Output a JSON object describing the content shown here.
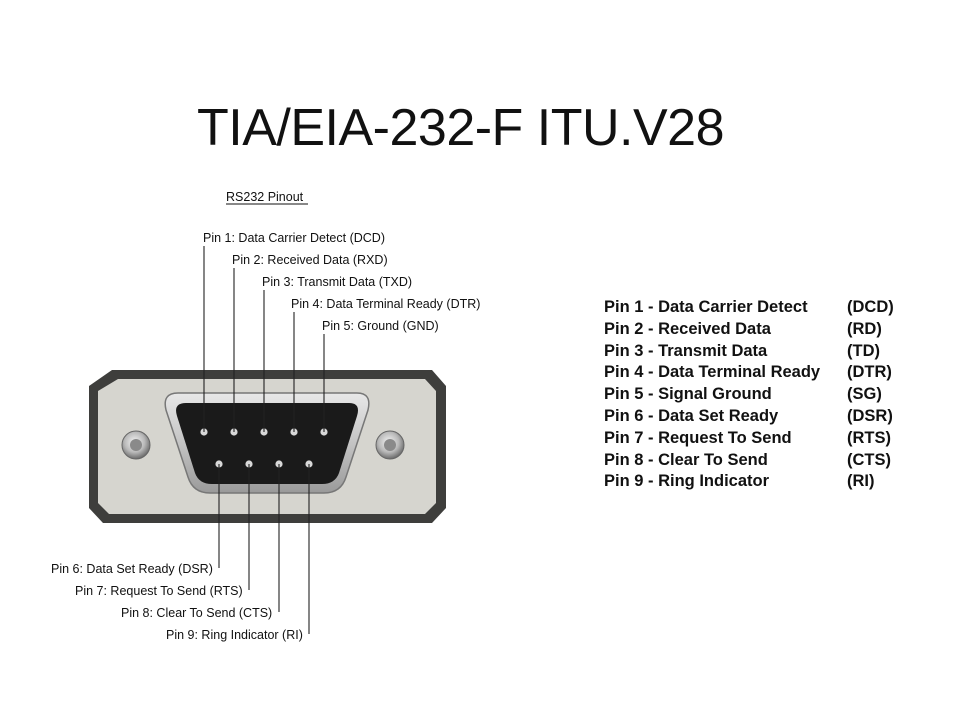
{
  "slide": {
    "title": "TIA/EIA-232-F ITU.V28"
  },
  "diagram": {
    "title": "RS232 Pinout",
    "top_labels": [
      "Pin 1: Data Carrier Detect (DCD)",
      "Pin 2: Received Data (RXD)",
      "Pin 3: Transmit Data (TXD)",
      "Pin 4: Data Terminal Ready (DTR)",
      "Pin 5: Ground (GND)"
    ],
    "bottom_labels": [
      "Pin 6: Data Set Ready (DSR)",
      "Pin 7: Request To Send (RTS)",
      "Pin 8: Clear To Send (CTS)",
      "Pin 9: Ring Indicator (RI)"
    ],
    "colors": {
      "connector_frame": "#3e3e3c",
      "connector_plate": "#d6d5cf",
      "shell": "#cfcfcf",
      "socket": "#1a1a1a",
      "pin": "#d8d8d8"
    }
  },
  "pin_table": [
    {
      "label": "Pin 1 - Data Carrier Detect",
      "abbr": "(DCD)"
    },
    {
      "label": "Pin 2 - Received Data",
      "abbr": "(RD)"
    },
    {
      "label": "Pin 3 - Transmit Data",
      "abbr": "(TD)"
    },
    {
      "label": "Pin 4 - Data Terminal Ready",
      "abbr": "(DTR)"
    },
    {
      "label": "Pin 5 - Signal Ground",
      "abbr": "(SG)"
    },
    {
      "label": "Pin 6 - Data Set Ready",
      "abbr": "(DSR)"
    },
    {
      "label": "Pin 7 - Request To Send",
      "abbr": "(RTS)"
    },
    {
      "label": "Pin 8 - Clear To Send",
      "abbr": "(CTS)"
    },
    {
      "label": "Pin 9 - Ring Indicator",
      "abbr": "(RI)"
    }
  ]
}
